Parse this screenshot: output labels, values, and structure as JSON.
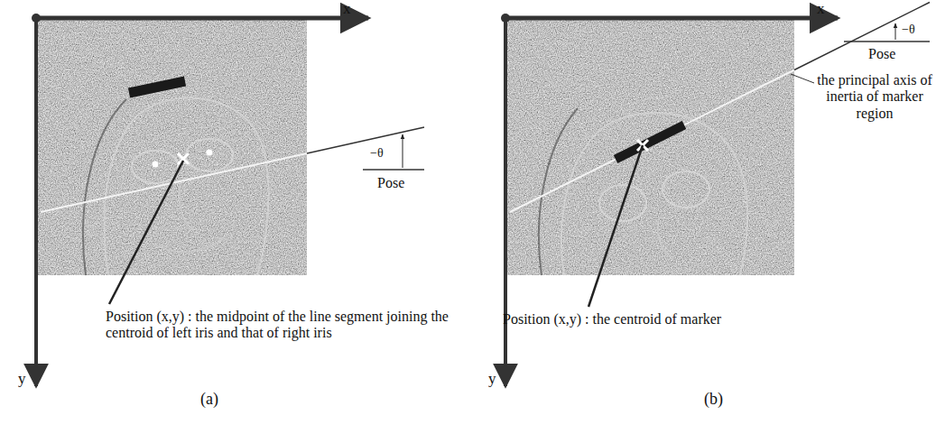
{
  "diagram": {
    "labels": [
      "x",
      "y",
      "−θ",
      "Pose",
      "Position (x,y) :  the midpoint of the line segment joining the centroid of left iris and that of right iris",
      "(a)",
      "x",
      "y",
      "−θ",
      "Pose",
      "the principal axis of inertia of marker region",
      "Position (x,y) : the centroid of marker",
      "(b)"
    ]
  }
}
